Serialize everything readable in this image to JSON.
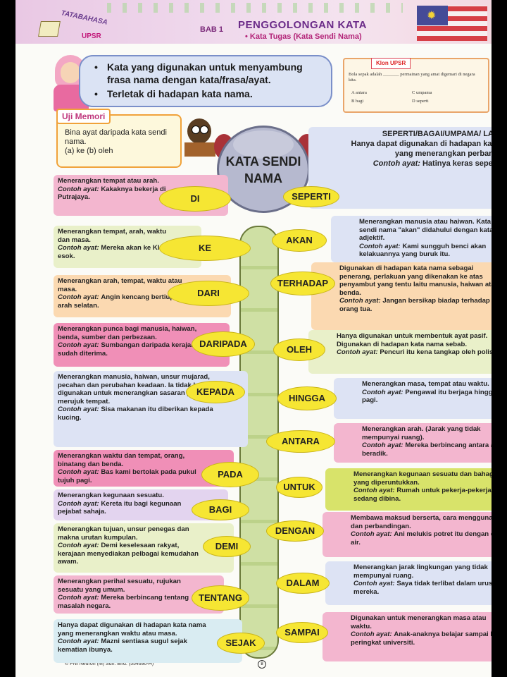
{
  "header": {
    "logo_top": "TATABAHASA",
    "logo_bottom": "UPSR",
    "chapter": "BAB 1",
    "title": "PENGGOLONGAN KATA",
    "subtitle": "• Kata Tugas (Kata Sendi Nama)"
  },
  "intro": {
    "bullet1": "Kata yang digunakan untuk menyambung frasa nama dengan kata/frasa/ayat.",
    "bullet2": "Terletak di hadapan kata nama."
  },
  "klon": {
    "tag": "Klon UPSR",
    "question": "Bola sepak adalah _______ permainan yang amat digemari di negara kita.",
    "optA": "A antara",
    "optB": "B bagi",
    "optC": "C umpama",
    "optD": "D seperti"
  },
  "memori": {
    "tab": "Uji Memori",
    "line1": "Bina ayat daripada kata sendi nama.",
    "line2": "(a) ke        (b) oleh"
  },
  "center_title": [
    "KATA SENDI",
    "NAMA"
  ],
  "left_items": [
    {
      "word": "DI",
      "desc": "Menerangkan tempat atau arah.",
      "example_label": "Contoh ayat:",
      "example": "Kakaknya bekerja di Putrajaya.",
      "bg": "#f3b6cf"
    },
    {
      "word": "KE",
      "desc": "Menerangkan tempat, arah, waktu dan masa.",
      "example_label": "Contoh ayat:",
      "example": "Mereka akan ke Klang esok.",
      "bg": "#e9f0c9"
    },
    {
      "word": "DARI",
      "desc": "Menerangkan arah, tempat, waktu atau masa.",
      "example_label": "Contoh ayat:",
      "example": "Angin kencang bertiup dari arah selatan.",
      "bg": "#fbd9b1"
    },
    {
      "word": "DARIPADA",
      "desc": "Menerangkan punca bagi manusia, haiwan, benda, sumber dan perbezaan.",
      "example_label": "Contoh ayat:",
      "example": "Sumbangan daripada kerajaan sudah diterima.",
      "bg": "#f08fb7"
    },
    {
      "word": "KEPADA",
      "desc": "Menerangkan manusia, haiwan, unsur mujarad, pecahan dan perubahan keadaan. Ia tidak boleh digunakan untuk menerangkan sasaran yang merujuk tempat.",
      "example_label": "Contoh ayat:",
      "example": "Sisa makanan itu diberikan kepada kucing.",
      "bg": "#dde3f4"
    },
    {
      "word": "PADA",
      "desc": "Menerangkan waktu dan tempat, orang, binatang dan benda.",
      "example_label": "Contoh ayat:",
      "example": "Bas kami bertolak pada pukul tujuh pagi.",
      "bg": "#f08fb7"
    },
    {
      "word": "BAGI",
      "desc": "Menerangkan kegunaan sesuatu.",
      "example_label": "Contoh ayat:",
      "example": "Kereta itu bagi kegunaan pejabat sahaja.",
      "bg": "#e3d4ef"
    },
    {
      "word": "DEMI",
      "desc": "Menerangkan tujuan, unsur penegas dan makna urutan kumpulan.",
      "example_label": "Contoh ayat:",
      "example": "Demi keselesaan rakyat, kerajaan menyediakan pelbagai kemudahan awam.",
      "bg": "#e9f0c9"
    },
    {
      "word": "TENTANG",
      "desc": "Menerangkan perihal sesuatu, rujukan sesuatu yang umum.",
      "example_label": "Contoh ayat:",
      "example": "Mereka berbincang tentang masalah negara.",
      "bg": "#f3b6cf"
    },
    {
      "word": "SEJAK",
      "desc": "Hanya dapat digunakan di hadapan kata nama yang menerangkan waktu atau masa.",
      "example_label": "Contoh ayat:",
      "example": "Mazni sentiasa sugul sejak kematian ibunya.",
      "bg": "#d9ecf2"
    }
  ],
  "right_items": [
    {
      "word": "SEPERTI",
      "head": "SEPERTI/BAGAI/UMPAMA/ LAKSANA",
      "desc": "Hanya dapat digunakan di hadapan kata nama yang menerangkan perbandingan.",
      "example_label": "Contoh ayat:",
      "example": "Hatinya keras seperti batu.",
      "bg": "#dde3f4"
    },
    {
      "word": "AKAN",
      "desc": "Menerangkan manusia atau haiwan. Kata sendi nama \"akan\" didahului dengan kata adjektif.",
      "example_label": "Contoh ayat:",
      "example": "Kami sungguh benci akan kelakuannya yang buruk itu.",
      "bg": "#dde3f4"
    },
    {
      "word": "TERHADAP",
      "desc": "Digunakan di hadapan kata nama sebagai penerang, perlakuan yang dikenakan ke atas penyambut yang tentu laitu manusia, haiwan atau benda.",
      "example_label": "Contoh ayat:",
      "example": "Jangan bersikap biadap terhadap orang tua.",
      "bg": "#fbd9b1"
    },
    {
      "word": "OLEH",
      "desc": "Hanya digunakan untuk membentuk ayat pasif. Digunakan di hadapan kata nama sebab.",
      "example_label": "Contoh ayat:",
      "example": "Pencuri itu kena tangkap oleh polis.",
      "bg": "#e9f0c9"
    },
    {
      "word": "HINGGA",
      "desc": "Menerangkan masa, tempat atau waktu.",
      "example_label": "Contoh ayat:",
      "example": "Pengawal itu berjaga hingga pagi.",
      "bg": "#dde3f4"
    },
    {
      "word": "ANTARA",
      "desc": "Menerangkan arah. (Jarak yang tidak mempunyai ruang).",
      "example_label": "Contoh ayat:",
      "example": "Mereka berbincang antara adik-beradik.",
      "bg": "#f3b6cf"
    },
    {
      "word": "UNTUK",
      "desc": "Menerangkan kegunaan sesuatu dan bahagian yang diperuntukkan.",
      "example_label": "Contoh ayat:",
      "example": "Rumah untuk pekerja-pekerja sedang dibina.",
      "bg": "#d8e36a"
    },
    {
      "word": "DENGAN",
      "desc": "Membawa maksud berserta, cara menggunakan dan perbandingan.",
      "example_label": "Contoh ayat:",
      "example": "Ani melukis potret itu dengan cat air.",
      "bg": "#f3b6cf"
    },
    {
      "word": "DALAM",
      "desc": "Menerangkan jarak lingkungan yang tidak mempunyai ruang.",
      "example_label": "Contoh ayat:",
      "example": "Saya tidak terlibat dalam urusan mereka.",
      "bg": "#dde3f4"
    },
    {
      "word": "SAMPAI",
      "desc": "Digunakan untuk menerangkan masa atau waktu.",
      "example_label": "Contoh ayat:",
      "example": "Anak-anaknya belajar sampai ke peringkat universiti.",
      "bg": "#f3b6cf"
    }
  ],
  "footer": {
    "copyright": "© PNI Neuron (M) Sdn. Bhd. (554690-H)",
    "page": "8"
  }
}
